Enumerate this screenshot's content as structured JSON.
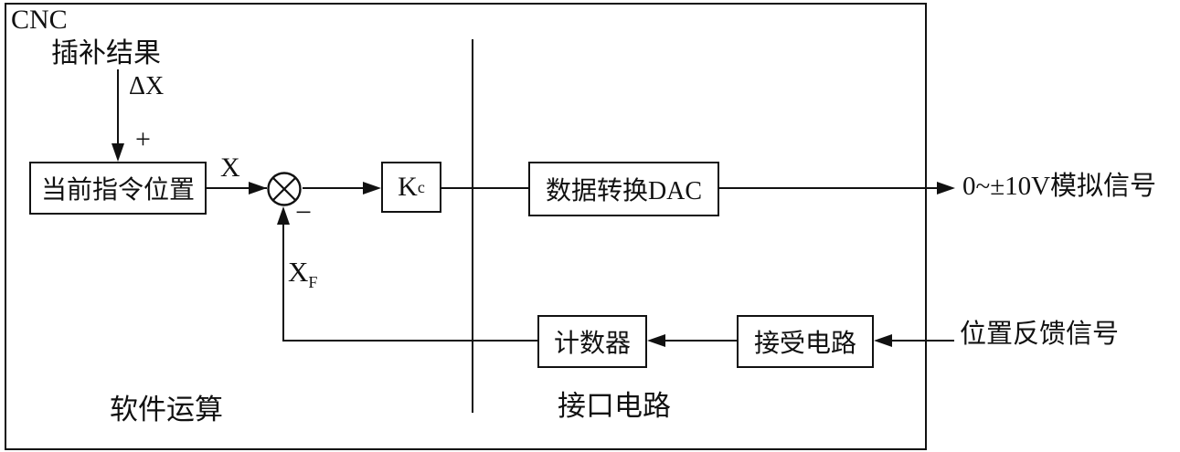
{
  "diagram": {
    "frame_label": "CNC",
    "input": {
      "source_label": "插补结果",
      "signal_label": "ΔX",
      "plus_sign": "+"
    },
    "blocks": {
      "command_position": "当前指令位置",
      "gain": {
        "base": "K",
        "sub": "c"
      },
      "dac": "数据转换DAC",
      "counter": "计数器",
      "receiver": "接受电路"
    },
    "signals": {
      "x_label": "X",
      "minus_sign": "−",
      "feedback_label": {
        "base": "X",
        "sub": "F"
      },
      "output_label": "0~±10V模拟信号",
      "feedback_input_label": "位置反馈信号"
    },
    "sections": {
      "software": "软件运算",
      "interface": "接口电路"
    }
  }
}
